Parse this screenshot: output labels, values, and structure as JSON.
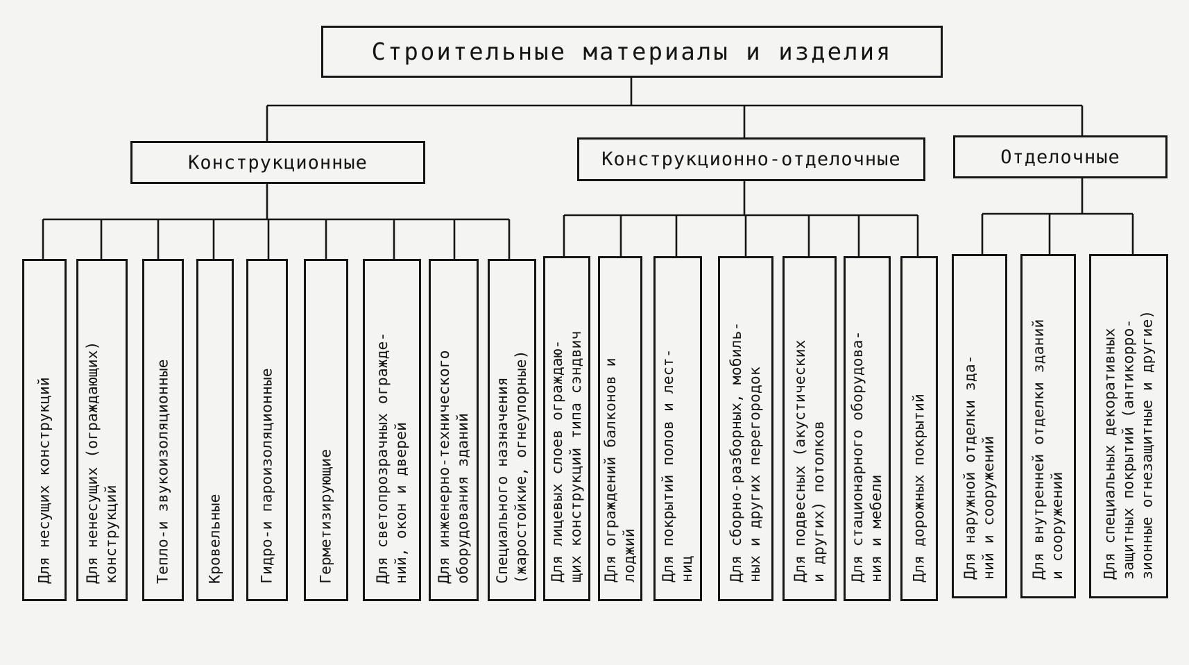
{
  "root": {
    "label": "Строительные материалы и изделия"
  },
  "categories": [
    {
      "label": "Конструкционные",
      "items": [
        "Для несущих конструкций",
        "Для ненесущих (ограждающих)\nконструкций",
        "Тепло-и звукоизоляционные",
        "Кровельные",
        "Гидро-и пароизоляционные",
        "Герметизирующие",
        "Для светопрозрачных огражде-\nний, окон и дверей",
        "Для инженерно-технического\nоборудования зданий",
        "Специального назначения\n(жаростойкие, огнеупорные)"
      ]
    },
    {
      "label": "Конструкционно-отделочные",
      "items": [
        "Для лицевых слоев ограждаю-\nщих конструкций типа сэндвич",
        "Для ограждений балконов и\nлоджий",
        "Для покрытий полов и лест-\nниц",
        "Для сборно-разборных, мобиль-\nных и других перегородок",
        "Для подвесных (акустических\nи других) потолков",
        "Для стационарного оборудова-\nния и мебели",
        "Для дорожных покрытий"
      ]
    },
    {
      "label": "Отделочные",
      "items": [
        "Для наружной отделки зда-\nний и сооружений",
        "Для внутренней отделки зданий\nи сооружений",
        "Для специальных декоративных\nзащитных покрытий (антикорро-\nзионные огнезащитные и другие)"
      ]
    }
  ]
}
